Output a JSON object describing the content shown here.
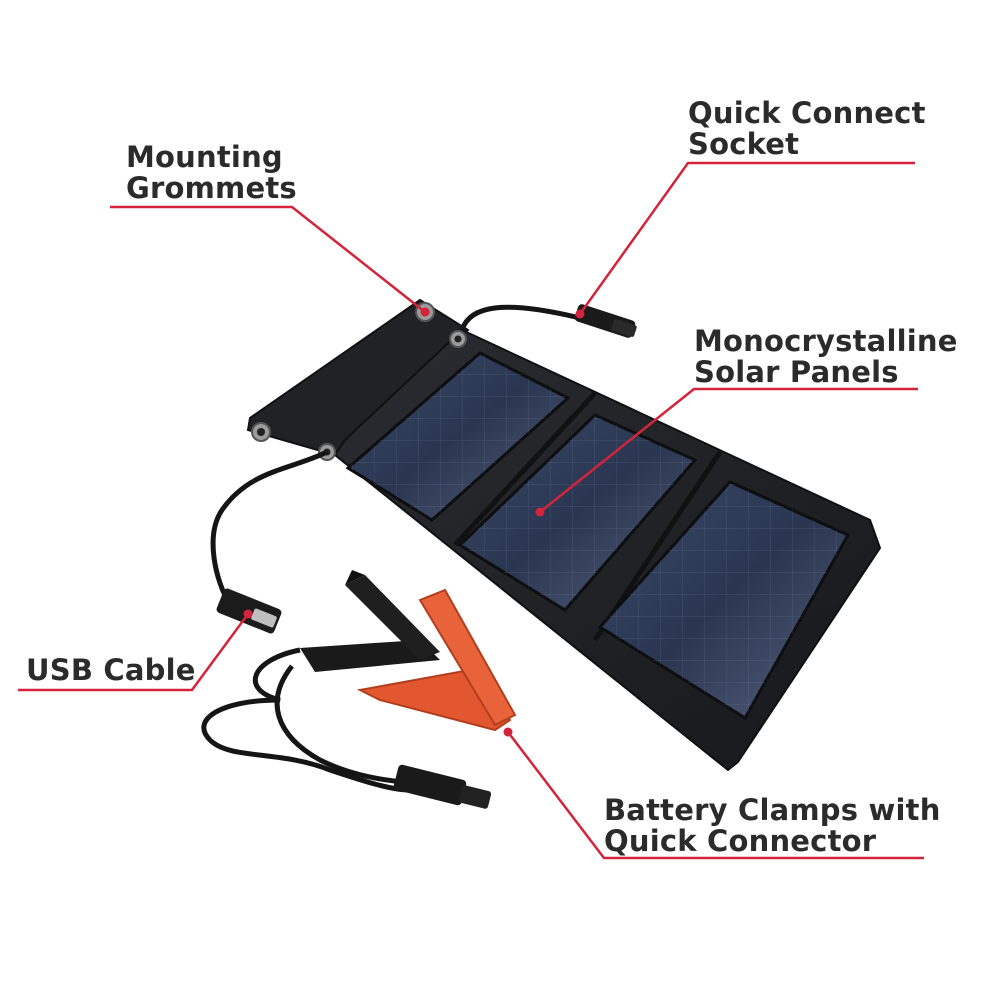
{
  "colors": {
    "background": "#ffffff",
    "label_text": "#2b2b2b",
    "callout_line": "#d3243b",
    "panel_fabric": "#1e2024",
    "solar_cell": "#2c3a55",
    "clamp_red": "#e2572f",
    "clamp_black": "#1a1a1a",
    "cable": "#151515"
  },
  "labels": {
    "mounting_grommets": "Mounting\nGrommets",
    "quick_connect_socket": "Quick Connect\nSocket",
    "solar_panels": "Monocrystalline\nSolar Panels",
    "usb_cable": "USB Cable",
    "battery_clamps": "Battery Clamps with\nQuick Connector"
  },
  "product": {
    "panel_count": 3,
    "grommet_count": 4
  }
}
